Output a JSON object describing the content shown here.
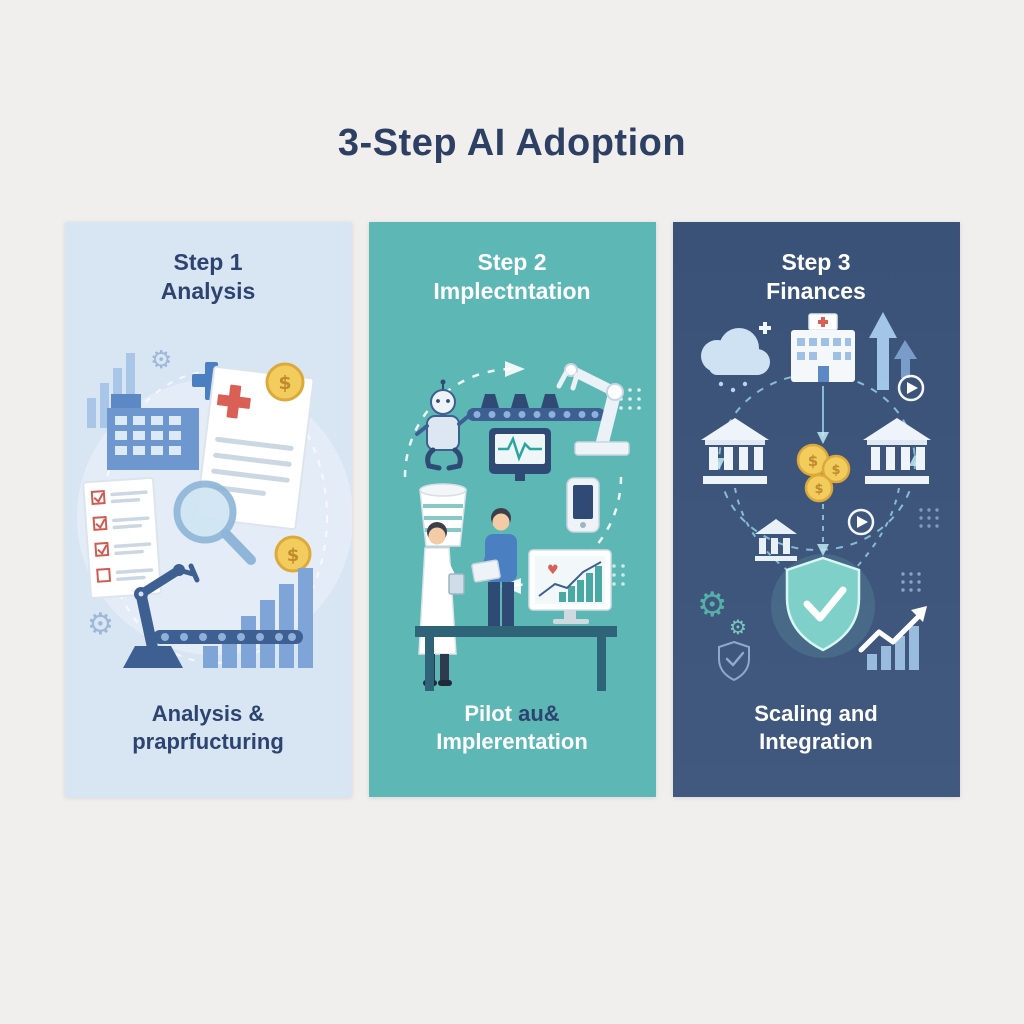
{
  "page": {
    "title": "3-Step AI Adoption",
    "background_color": "#f0efed",
    "title_color": "#2d3f63"
  },
  "icons": {
    "gear_glyph": "⚙",
    "dollar_glyph": "$",
    "heart_glyph": "♥"
  },
  "panels": [
    {
      "step_label": "Step 1",
      "step_subtitle": "Analysis",
      "caption_line1": "Analysis &",
      "caption_line2": "praprfucturing",
      "background_color": "#d8e6f4",
      "text_color": "#2e4470",
      "illustration_icons": [
        "bar-chart",
        "gear",
        "office-building",
        "medical-cross",
        "medical-document",
        "dollar-coin",
        "checklist",
        "magnifying-glass",
        "growth-bars",
        "conveyor-belt",
        "robotic-arm"
      ]
    },
    {
      "step_label": "Step 2",
      "step_subtitle": "Implectntation",
      "caption_line1_part1": "Pilot ",
      "caption_line1_part2": "au&",
      "caption_line2": "Implerentation",
      "background_color": "#5db7b5",
      "text_color": "#ffffff",
      "accent_text_color": "#2e4470",
      "illustration_icons": [
        "cycle-arrows",
        "robot",
        "conveyor-belt",
        "robotic-arm",
        "ecg-monitor",
        "cup",
        "mobile-device",
        "meeting-table",
        "scientist-figure",
        "worker-figure",
        "chart-monitor",
        "dots-pattern"
      ]
    },
    {
      "step_label": "Step 3",
      "step_subtitle": "Finances",
      "caption_line1": "Scaling and",
      "caption_line2": "Integration",
      "background_color": "#3c5681",
      "text_color": "#ffffff",
      "illustration_icons": [
        "cloud",
        "hospital",
        "growth-arrows",
        "play-button",
        "bank",
        "coins",
        "small-bank",
        "shield-check",
        "small-shield",
        "gears",
        "growth-chart",
        "network-links",
        "dots-pattern"
      ]
    }
  ]
}
